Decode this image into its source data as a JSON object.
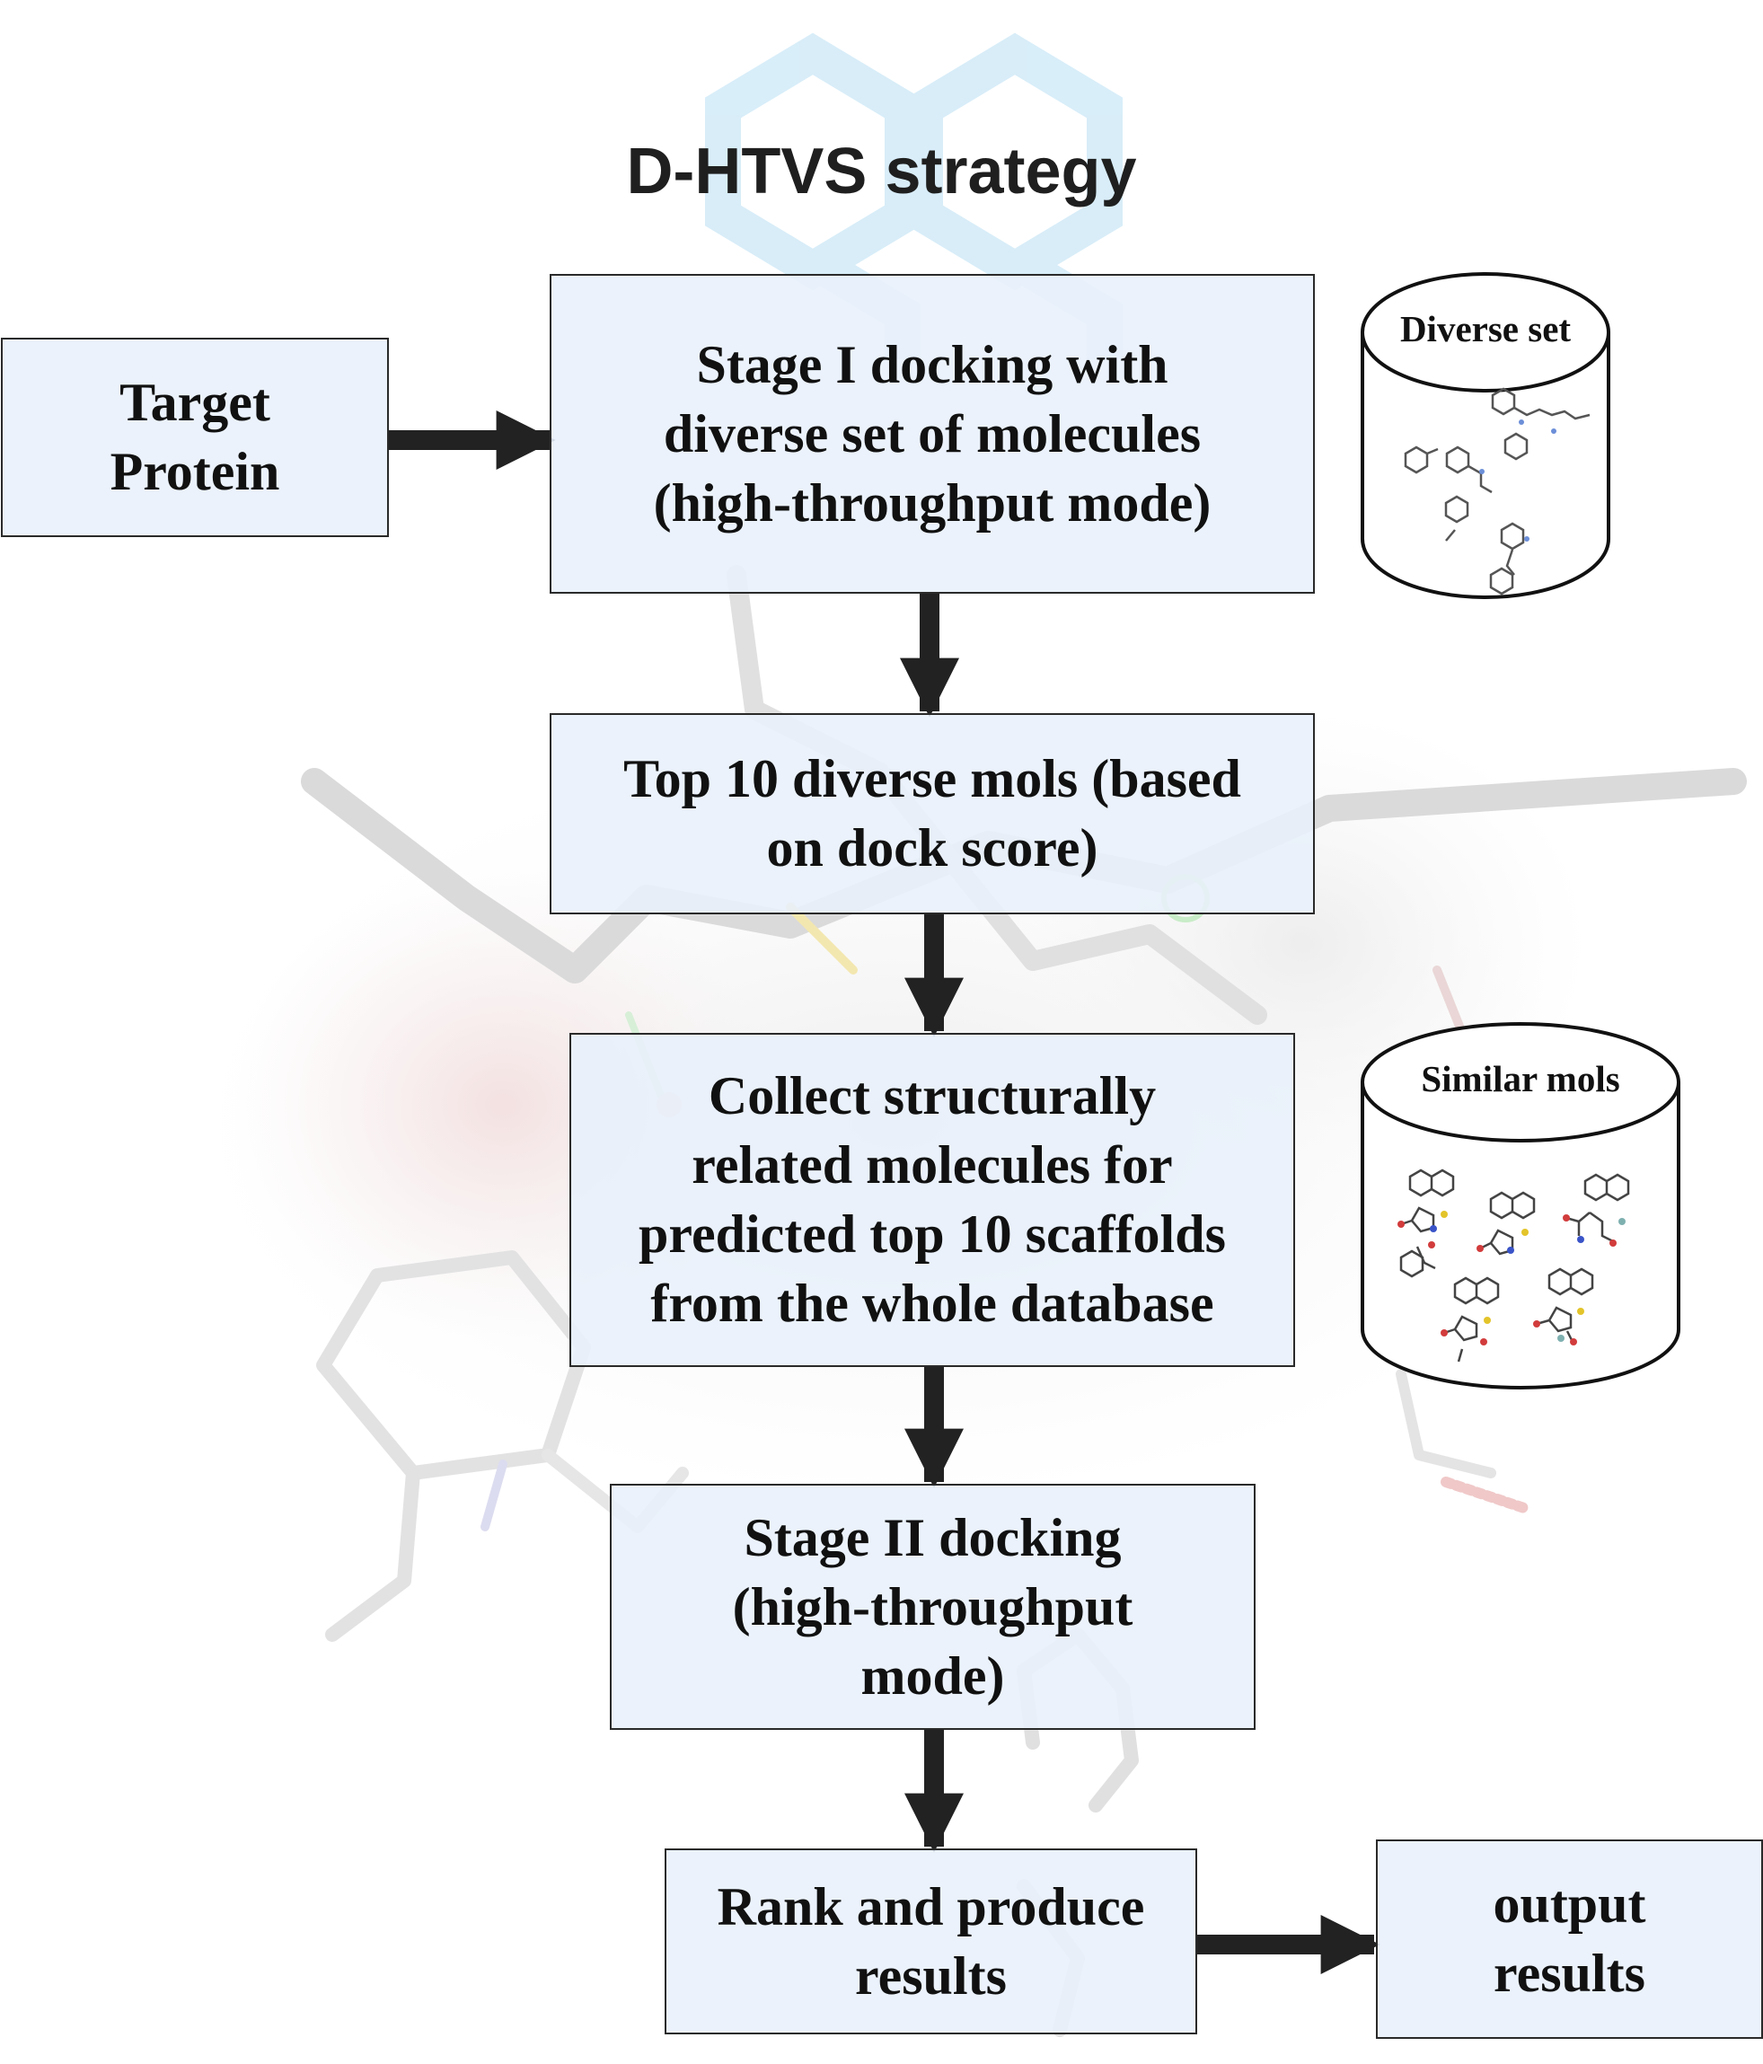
{
  "title": "D-HTVS strategy",
  "nodes": {
    "target_protein": "Target\nProtein",
    "stage1": "Stage I docking with\ndiverse set of molecules\n(high-throughput mode)",
    "top10": "Top 10 diverse mols (based\non dock score)",
    "collect": "Collect structurally\nrelated molecules for\npredicted top 10 scaffolds\nfrom the whole database",
    "stage2": "Stage II docking\n(high-throughput\nmode)",
    "rank": "Rank and produce\nresults",
    "output": "output\nresults"
  },
  "databases": {
    "diverse": "Diverse set",
    "similar": "Similar mols"
  },
  "colors": {
    "box_fill": "#e8f0fa",
    "border": "#2a2a2a",
    "arrow": "#222222",
    "title": "#1f1f1f",
    "watermark": "#d4ecf8"
  }
}
